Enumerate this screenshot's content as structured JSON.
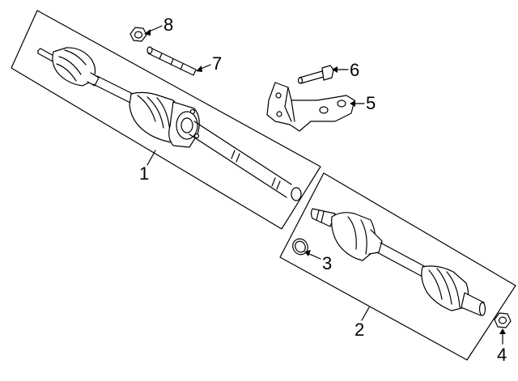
{
  "colors": {
    "stroke": "#000000",
    "fill": "#ffffff",
    "background": "#ffffff"
  },
  "callouts": [
    {
      "id": "1",
      "label": "1",
      "part": "front-axle-shaft-assembly-left"
    },
    {
      "id": "2",
      "label": "2",
      "part": "front-axle-shaft-assembly-right"
    },
    {
      "id": "3",
      "label": "3",
      "part": "snap-ring"
    },
    {
      "id": "4",
      "label": "4",
      "part": "axle-nut"
    },
    {
      "id": "5",
      "label": "5",
      "part": "support-bracket"
    },
    {
      "id": "6",
      "label": "6",
      "part": "bracket-bolt"
    },
    {
      "id": "7",
      "label": "7",
      "part": "stud"
    },
    {
      "id": "8",
      "label": "8",
      "part": "nut"
    }
  ]
}
